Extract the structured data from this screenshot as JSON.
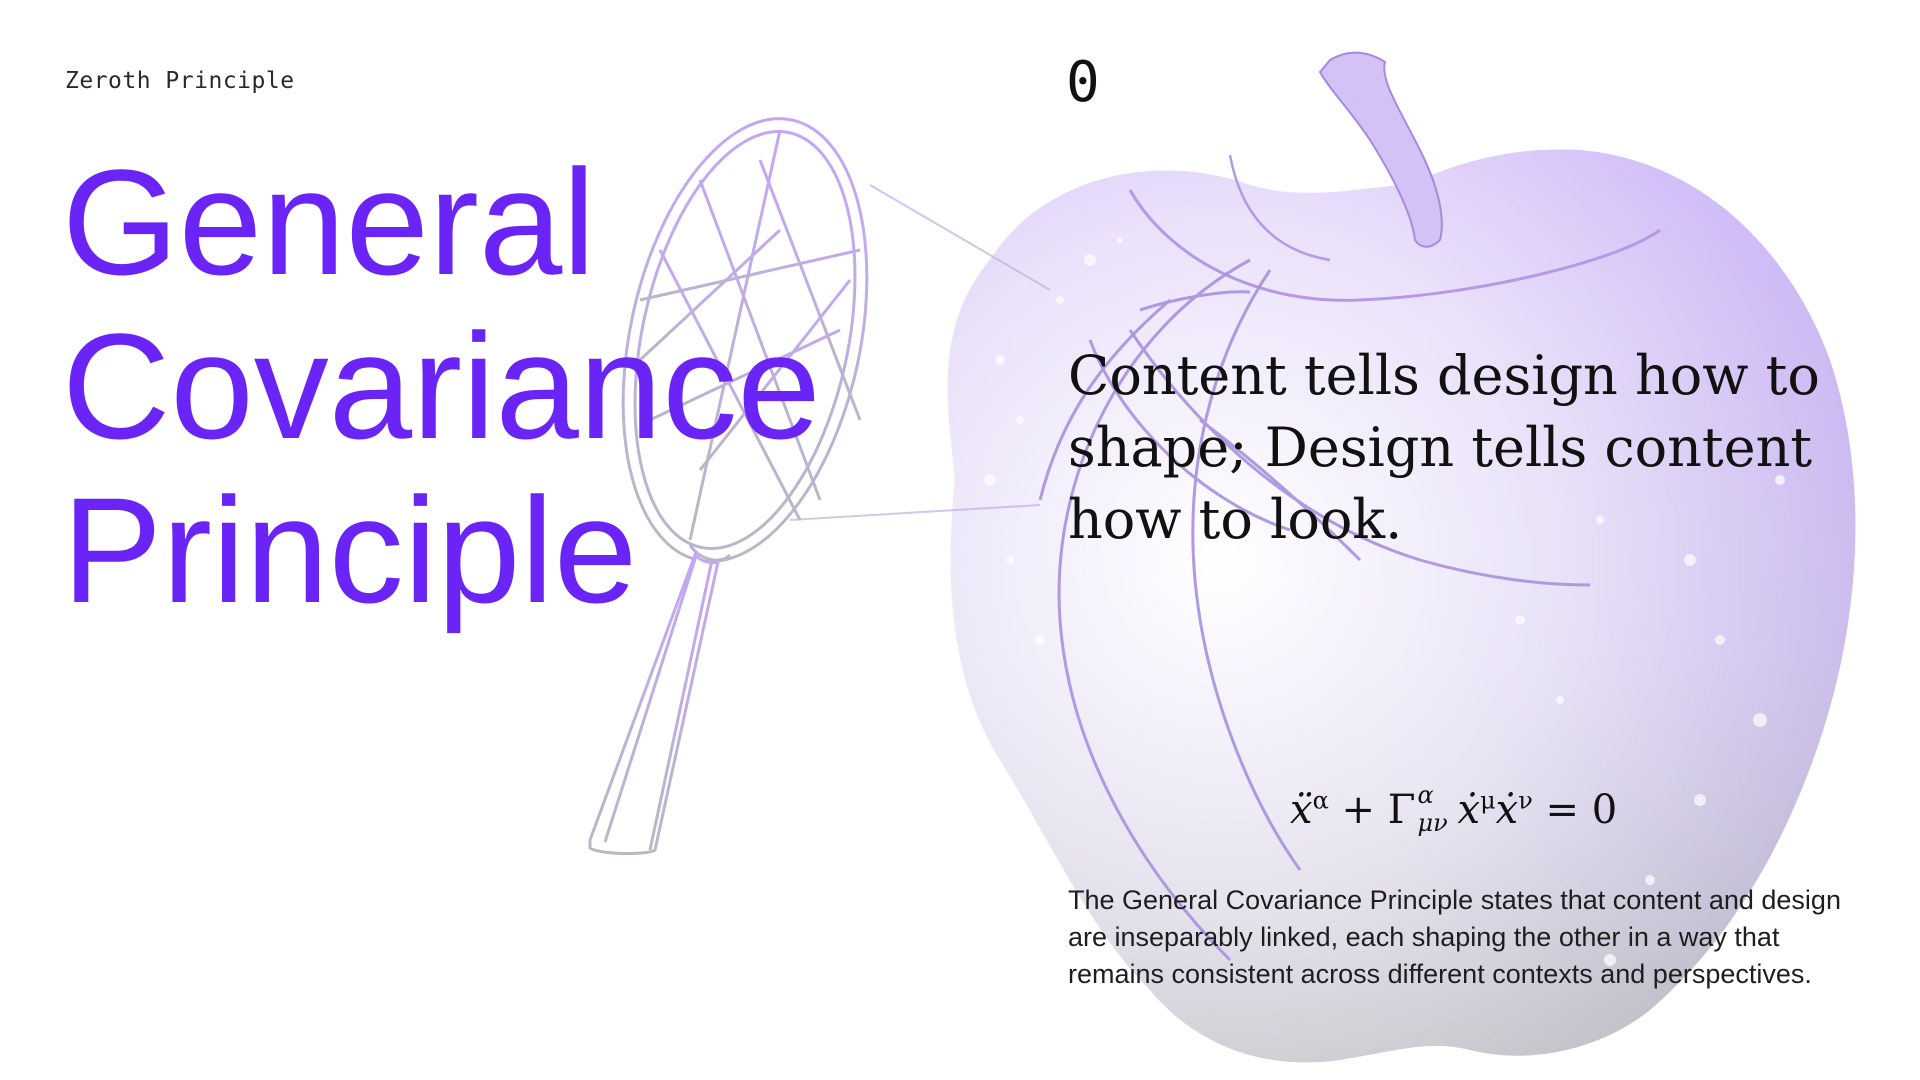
{
  "header": {
    "eyebrow": "Zeroth Principle",
    "index": "0"
  },
  "title": {
    "line1": "General",
    "line2": "Covariance",
    "line3": "Principle"
  },
  "quote": "Content tells design how to shape; Design tells content how to look.",
  "equation": {
    "base": "ẍ",
    "alpha": "α",
    "plus": "+",
    "gamma": "Γ",
    "gamma_sup": "α",
    "gamma_sub": "μν",
    "xdot": "ẋ",
    "mu": "μ",
    "nu": "ν",
    "equals": "= 0"
  },
  "description": "The General Covariance Principle states that content and design are inseparably linked, each shaping the other in a way that remains consistent across different contexts and perspectives.",
  "colors": {
    "accent": "#6a24f6",
    "illustration_light": "#c4a8f4",
    "illustration_grey": "#b8b8c0",
    "text": "#111111"
  },
  "illustrations": [
    "magnifying-glass",
    "apple"
  ]
}
